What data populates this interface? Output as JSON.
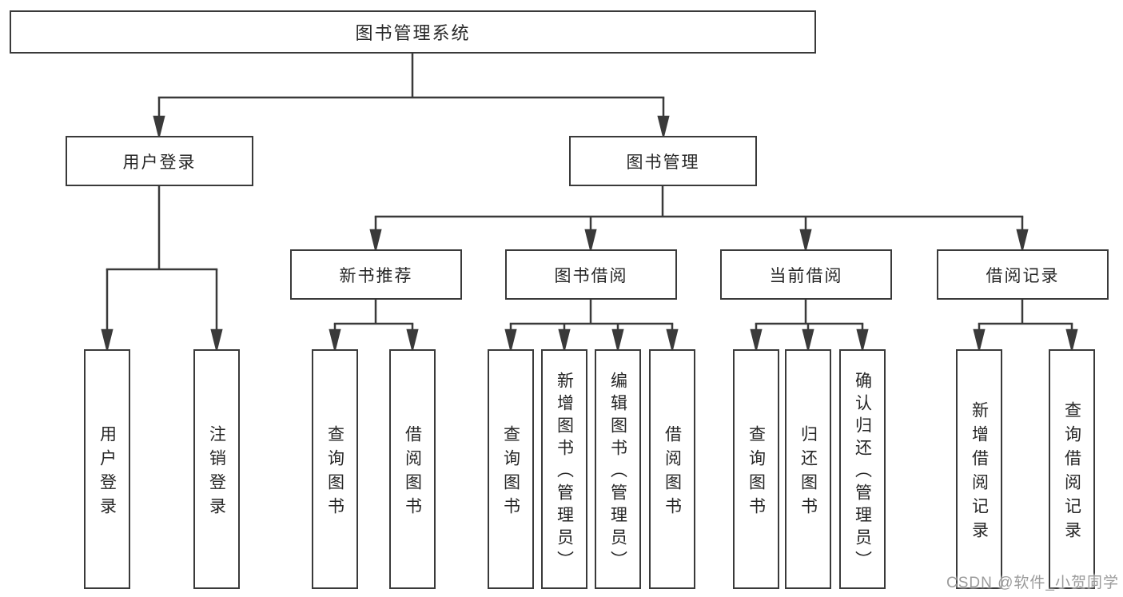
{
  "nodes": {
    "root": {
      "label": "图书管理系统"
    },
    "user_login": {
      "label": "用户登录"
    },
    "book_management": {
      "label": "图书管理"
    },
    "new_book_recommend": {
      "label": "新书推荐"
    },
    "book_borrowing": {
      "label": "图书借阅"
    },
    "current_borrowing": {
      "label": "当前借阅"
    },
    "borrowing_records": {
      "label": "借阅记录"
    },
    "leaf_user_login": {
      "label": "用户登录"
    },
    "leaf_logout": {
      "label": "注销登录"
    },
    "leaf_nbr_query_books": {
      "label": "查询图书"
    },
    "leaf_nbr_borrow_books": {
      "label": "借阅图书"
    },
    "leaf_bb_query_books": {
      "label": "查询图书"
    },
    "leaf_bb_add_books": {
      "label": "新增图书（管理员）"
    },
    "leaf_bb_edit_books": {
      "label": "编辑图书（管理员）"
    },
    "leaf_bb_borrow_books": {
      "label": "借阅图书"
    },
    "leaf_cb_query_books": {
      "label": "查询图书"
    },
    "leaf_cb_return_books": {
      "label": "归还图书"
    },
    "leaf_cb_confirm_return": {
      "label": "确认归还（管理员）"
    },
    "leaf_br_add_record": {
      "label": "新增借阅记录"
    },
    "leaf_br_query_record": {
      "label": "查询借阅记录"
    }
  },
  "edges": [
    {
      "from": "root",
      "to": "user_login"
    },
    {
      "from": "root",
      "to": "book_management"
    },
    {
      "from": "user_login",
      "to": "leaf_user_login"
    },
    {
      "from": "user_login",
      "to": "leaf_logout"
    },
    {
      "from": "book_management",
      "to": "new_book_recommend"
    },
    {
      "from": "book_management",
      "to": "book_borrowing"
    },
    {
      "from": "book_management",
      "to": "current_borrowing"
    },
    {
      "from": "book_management",
      "to": "borrowing_records"
    },
    {
      "from": "new_book_recommend",
      "to": "leaf_nbr_query_books"
    },
    {
      "from": "new_book_recommend",
      "to": "leaf_nbr_borrow_books"
    },
    {
      "from": "book_borrowing",
      "to": "leaf_bb_query_books"
    },
    {
      "from": "book_borrowing",
      "to": "leaf_bb_add_books"
    },
    {
      "from": "book_borrowing",
      "to": "leaf_bb_edit_books"
    },
    {
      "from": "book_borrowing",
      "to": "leaf_bb_borrow_books"
    },
    {
      "from": "current_borrowing",
      "to": "leaf_cb_query_books"
    },
    {
      "from": "current_borrowing",
      "to": "leaf_cb_return_books"
    },
    {
      "from": "current_borrowing",
      "to": "leaf_cb_confirm_return"
    },
    {
      "from": "borrowing_records",
      "to": "leaf_br_add_record"
    },
    {
      "from": "borrowing_records",
      "to": "leaf_br_query_record"
    }
  ],
  "watermark": {
    "text": "CSDN @软件_小贺同学"
  },
  "colors": {
    "line": "#3a3a3a",
    "box_border": "#3a3a3a",
    "text": "#262626",
    "background": "#ffffff",
    "watermark": "#9b9b9b"
  }
}
